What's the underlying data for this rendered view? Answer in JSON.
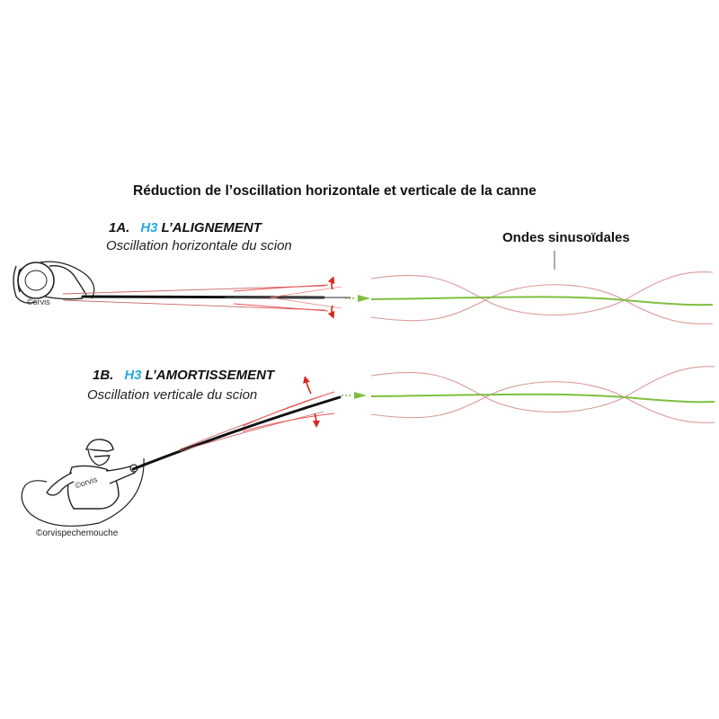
{
  "title": "Réduction de l’oscillation horizontale et verticale de la canne",
  "section_a": {
    "label": "1A.",
    "code": "H3",
    "heading": "L’ALIGNEMENT",
    "subtitle": "Oscillation horizontale du scion",
    "watermark": "©orvis"
  },
  "section_b": {
    "label": "1B.",
    "code": "H3",
    "heading": "L’AMORTISSEMENT",
    "subtitle": "Oscillation verticale du scion",
    "shirt_text": "©orvis"
  },
  "waves_label": "Ondes sinusoïdales",
  "credit": "©orvispechemouche",
  "colors": {
    "code": "#29a9e0",
    "green_line": "#7fbf3f",
    "red_wave": "#d99a9a",
    "red_arrow": "#d42b1e"
  }
}
